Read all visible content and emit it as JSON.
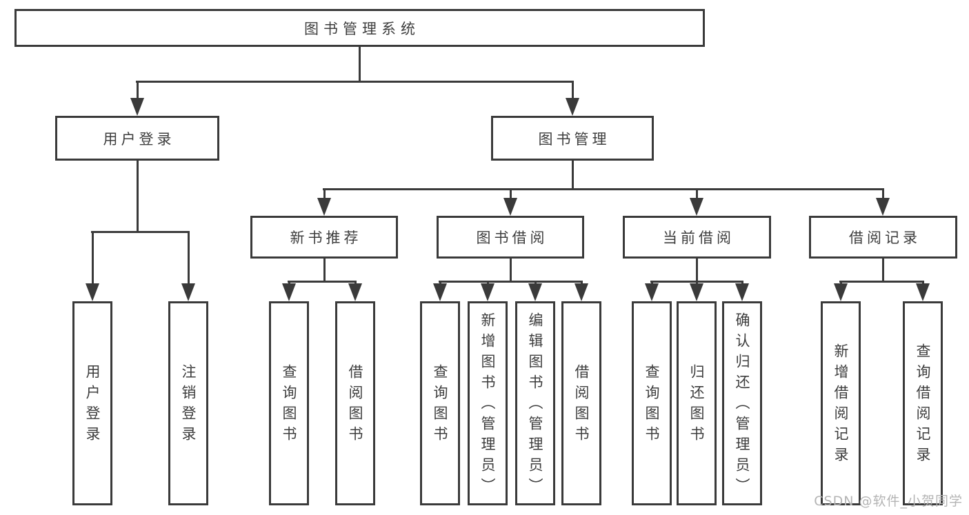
{
  "colors": {
    "line": "#3a3a3a",
    "text": "#3d3d3d",
    "background": "#ffffff",
    "watermark": "#b4b4b4"
  },
  "watermark": "CSDN @软件_小贺同学",
  "tree": {
    "root": {
      "label": "图书管理系统",
      "children": [
        {
          "label": "用户登录",
          "children": [
            {
              "label": "用户登录"
            },
            {
              "label": "注销登录"
            }
          ]
        },
        {
          "label": "图书管理",
          "children": [
            {
              "label": "新书推荐",
              "children": [
                {
                  "label": "查询图书"
                },
                {
                  "label": "借阅图书"
                }
              ]
            },
            {
              "label": "图书借阅",
              "children": [
                {
                  "label": "查询图书"
                },
                {
                  "label": "新增图书（管理员）"
                },
                {
                  "label": "编辑图书（管理员）"
                },
                {
                  "label": "借阅图书"
                }
              ]
            },
            {
              "label": "当前借阅",
              "children": [
                {
                  "label": "查询图书"
                },
                {
                  "label": "归还图书"
                },
                {
                  "label": "确认归还（管理员）"
                }
              ]
            },
            {
              "label": "借阅记录",
              "children": [
                {
                  "label": "新增借阅记录"
                },
                {
                  "label": "查询借阅记录"
                }
              ]
            }
          ]
        }
      ]
    }
  }
}
